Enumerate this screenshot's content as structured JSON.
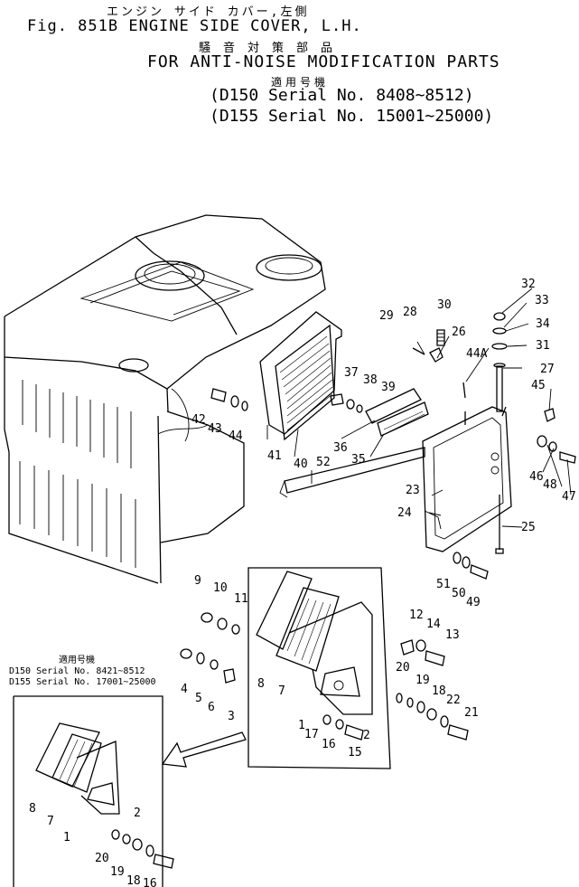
{
  "header": {
    "jp_title": "エンジン サイド カバー,左側",
    "fig_title": "Fig. 851B ENGINE SIDE COVER, L.H.",
    "jp_subtitle": "騒音対策部品",
    "subtitle": "FOR ANTI-NOISE MODIFICATION PARTS",
    "jp_serial": "適用号機",
    "serial_1": "(D150 Serial No. 8408~8512)",
    "serial_2": "(D155 Serial No. 15001~25000)"
  },
  "inset": {
    "jp_serial": "適用号機",
    "serial_1": "D150  Serial No. 8421~8512",
    "serial_2": "D155  Serial No. 17001~25000"
  },
  "callouts": {
    "p1": "1",
    "p2": "2",
    "p3": "3",
    "p4": "4",
    "p5": "5",
    "p6": "6",
    "p7": "7",
    "p8": "8",
    "p9": "9",
    "p10": "10",
    "p11": "11",
    "p12": "12",
    "p13": "13",
    "p14": "14",
    "p15": "15",
    "p16": "16",
    "p17": "17",
    "p18": "18",
    "p19": "19",
    "p20": "20",
    "p21": "21",
    "p22": "22",
    "p23": "23",
    "p24": "24",
    "p25": "25",
    "p26": "26",
    "p27": "27",
    "p28": "28",
    "p29": "29",
    "p30": "30",
    "p31": "31",
    "p32": "32",
    "p33": "33",
    "p34": "34",
    "p35": "35",
    "p36": "36",
    "p37": "37",
    "p38": "38",
    "p39": "39",
    "p40": "40",
    "p41": "41",
    "p42": "42",
    "p43": "43",
    "p44": "44",
    "p44a": "44A",
    "p45": "45",
    "p46": "46",
    "p47": "47",
    "p48": "48",
    "p49": "49",
    "p50": "50",
    "p51": "51",
    "p52": "52"
  },
  "inset_callouts": {
    "p1": "1",
    "p2": "2",
    "p7": "7",
    "p8": "8",
    "p16": "16",
    "p18": "18",
    "p19": "19",
    "p20": "20"
  }
}
